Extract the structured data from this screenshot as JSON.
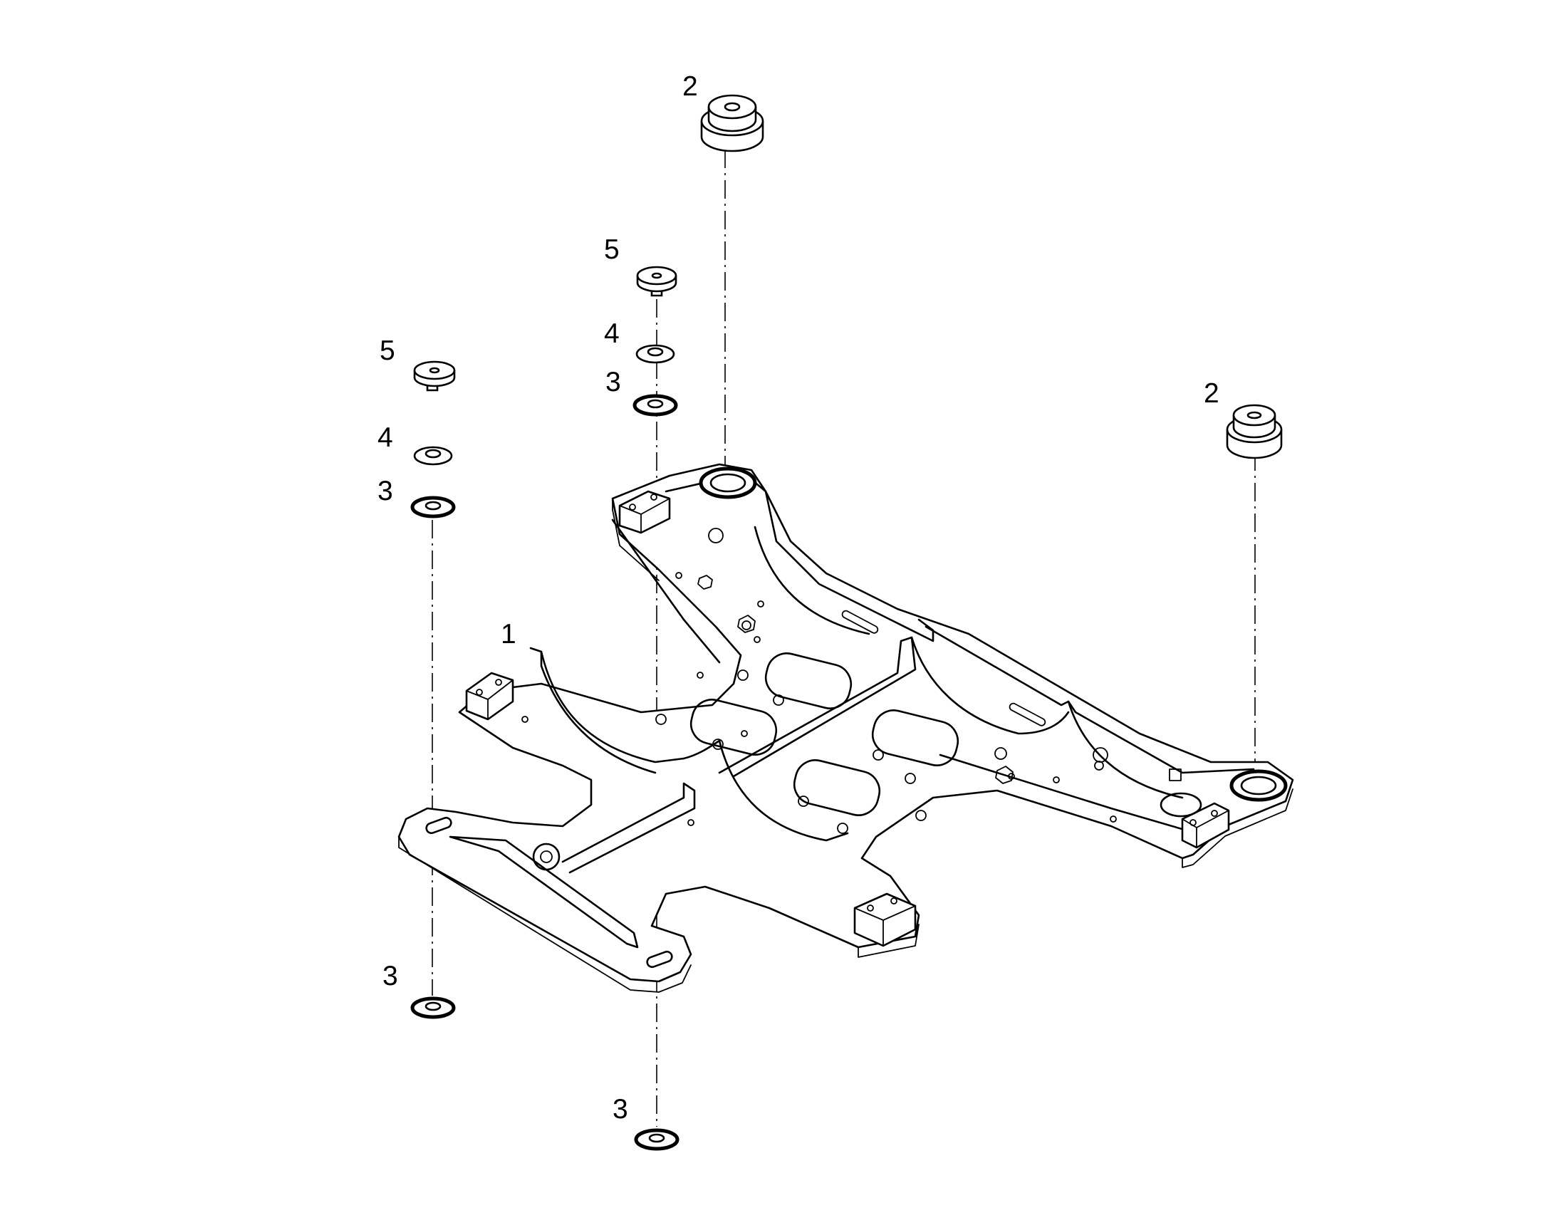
{
  "callouts": {
    "frame": "1",
    "mount_top": "2",
    "mount_right": "2",
    "washer_a_left": "3",
    "washer_b_left": "4",
    "bolt_left": "5",
    "washer_a_mid": "3",
    "washer_b_mid": "4",
    "bolt_mid": "5",
    "washer_bottom_left": "3",
    "washer_bottom_mid": "3"
  }
}
